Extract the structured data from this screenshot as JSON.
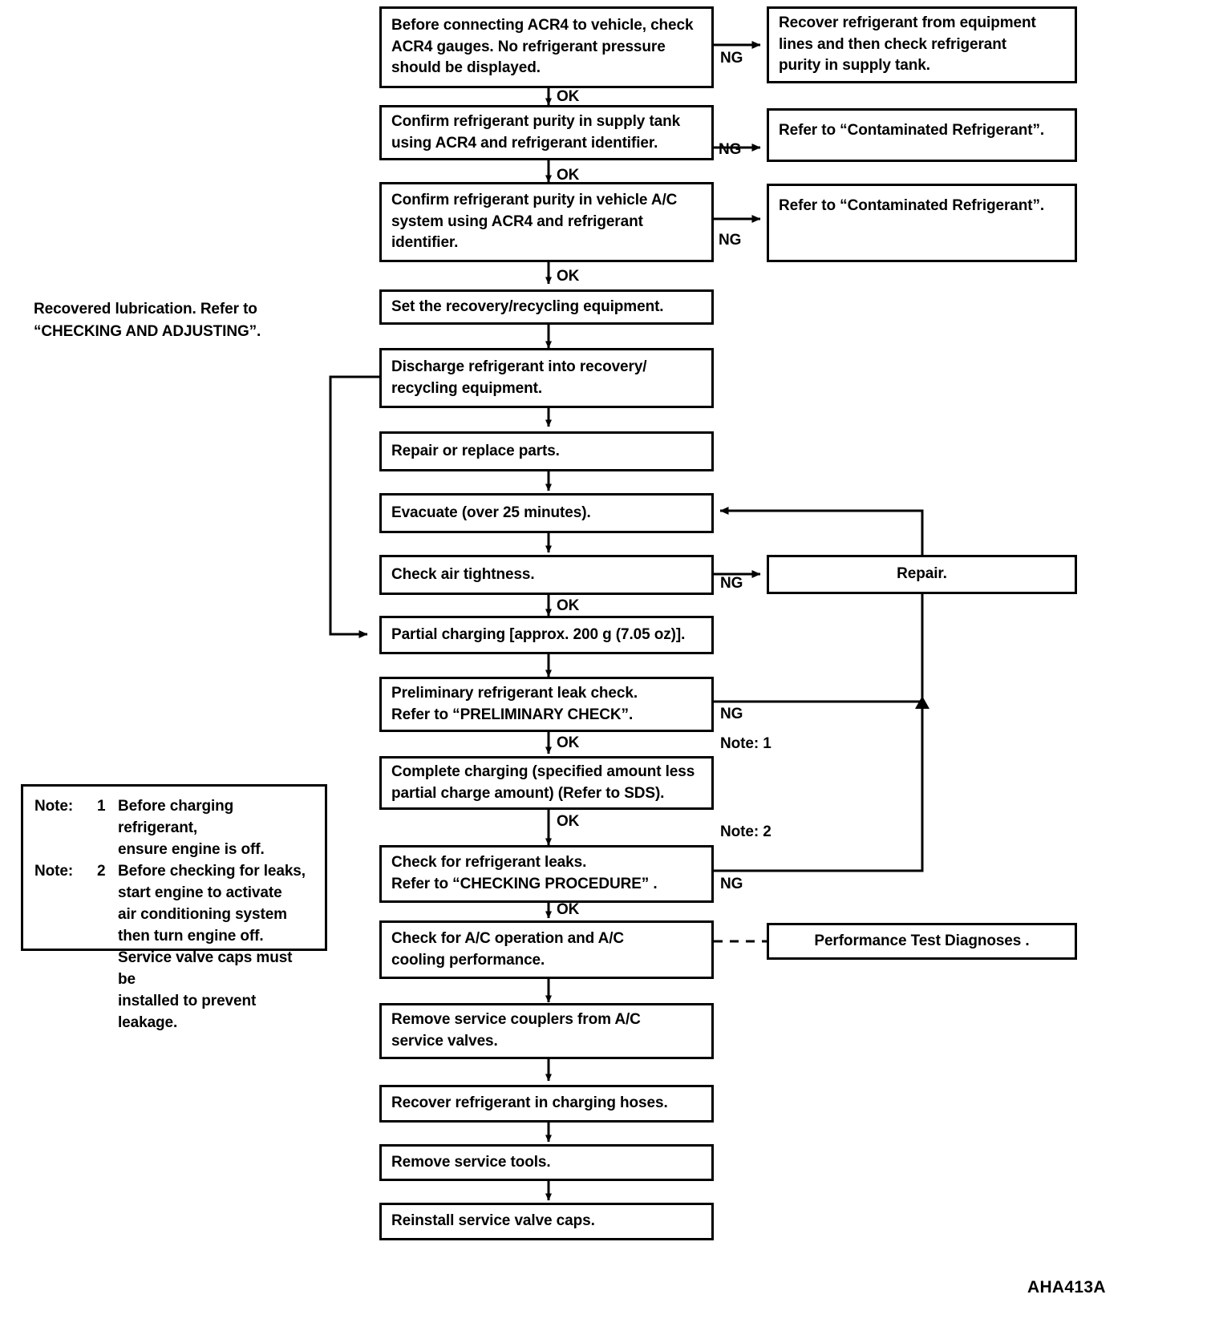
{
  "diagram": {
    "title": "A/C refrigerant service flow chart",
    "code": "AHA413A",
    "edge_labels": {
      "ok": "OK",
      "ng": "NG"
    },
    "colors": {
      "line": "#000000",
      "background": "#ffffff",
      "text": "#000000"
    }
  },
  "side_note": {
    "text": "Recovered lubrication.  Refer to\n“CHECKING AND ADJUSTING”."
  },
  "notes_box": {
    "rows": [
      {
        "label": "Note:",
        "number": "1",
        "text": "Before charging refrigerant,\nensure engine is off."
      },
      {
        "label": "Note:",
        "number": "2",
        "text": "Before checking for leaks,\nstart engine to activate\nair conditioning system\nthen turn engine off.\nService valve caps must be\ninstalled to prevent leakage."
      }
    ]
  },
  "main_steps": [
    {
      "id": "check-gauges",
      "text": "Before connecting ACR4 to vehicle, check\nACR4 gauges.  No refrigerant pressure\nshould be displayed."
    },
    {
      "id": "confirm-purity-tank",
      "text": "Confirm refrigerant purity in supply tank\nusing ACR4 and refrigerant identifier."
    },
    {
      "id": "confirm-purity-vehicle",
      "text": "Confirm refrigerant purity in vehicle A/C\nsystem using ACR4 and refrigerant\nidentifier."
    },
    {
      "id": "set-equipment",
      "text": "Set the recovery/recycling equipment."
    },
    {
      "id": "discharge",
      "text": "Discharge refrigerant into recovery/\nrecycling equipment."
    },
    {
      "id": "repair-replace",
      "text": "Repair or replace parts."
    },
    {
      "id": "evacuate",
      "text": "Evacuate (over 25 minutes)."
    },
    {
      "id": "check-air-tightness",
      "text": "Check air tightness."
    },
    {
      "id": "partial-charging",
      "text": "Partial charging [approx. 200 g (7.05 oz)]."
    },
    {
      "id": "preliminary-leak-check",
      "text": "Preliminary refrigerant leak check.\nRefer to “PRELIMINARY CHECK”."
    },
    {
      "id": "complete-charging",
      "text": "Complete charging (specified amount less\npartial charge amount) (Refer to SDS)."
    },
    {
      "id": "check-leaks",
      "text": "Check for refrigerant leaks.\nRefer to “CHECKING PROCEDURE” ."
    },
    {
      "id": "check-ac-operation",
      "text": "Check for A/C operation and A/C\ncooling performance."
    },
    {
      "id": "remove-couplers",
      "text": "Remove service couplers from A/C\nservice valves."
    },
    {
      "id": "recover-hoses",
      "text": "Recover refrigerant in charging hoses."
    },
    {
      "id": "remove-tools",
      "text": "Remove service tools."
    },
    {
      "id": "reinstall-caps",
      "text": "Reinstall service valve caps."
    }
  ],
  "branch_steps": [
    {
      "id": "recover-equipment-lines",
      "text": "Recover refrigerant from equipment\nlines and then check refrigerant\npurity in supply tank."
    },
    {
      "id": "contaminated-1",
      "text": "Refer to “Contaminated Refrigerant”."
    },
    {
      "id": "contaminated-2",
      "text": "Refer to “Contaminated Refrigerant”."
    },
    {
      "id": "repair",
      "text": "Repair."
    },
    {
      "id": "performance-test",
      "text": "Performance Test Diagnoses ."
    }
  ],
  "inline_labels": {
    "ok_1": "OK",
    "ok_2": "OK",
    "ok_3": "OK",
    "ok_4": "OK",
    "ok_5": "OK",
    "ok_6": "OK",
    "ok_7": "OK",
    "ng_1": "NG",
    "ng_2": "NG",
    "ng_3": "NG",
    "ng_4": "NG",
    "ng_5": "NG",
    "ng_6": "NG",
    "note_ref_1": "Note:  1",
    "note_ref_2": "Note:  2"
  }
}
